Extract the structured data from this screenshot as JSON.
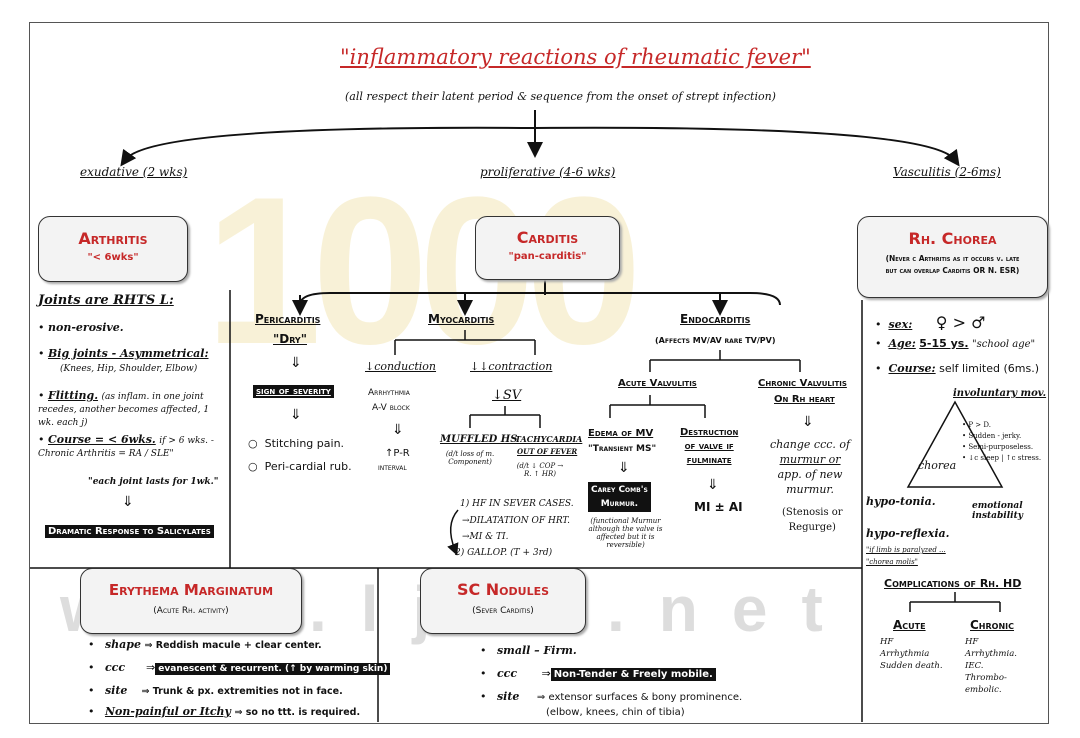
{
  "title": "\"inflammatory reactions of rheumatic fever\"",
  "subtitle": "(all respect their latent period & sequence from the onset of strept infection)",
  "watermark_big": "1000",
  "watermark_url": "www.ljim.net",
  "branches": {
    "exudative": "exudative (2 wks)",
    "proliferative": "proliferative (4-6 wks)",
    "vasculitis": "Vasculitis (2-6ms)"
  },
  "arthritis": {
    "title": "Arthritis",
    "sub": "\"< 6wks\"",
    "heading": "Joints are RHTS L:",
    "b1": "non-erosive.",
    "b2_head": "Big joints - Asymmetrical:",
    "b2_note": "(Knees, Hip, Shoulder, Elbow)",
    "b3_head": "Flitting.",
    "b3_note": "(as inflam. in one joint recedes, another becomes affected, 1 wk. each j)",
    "b4_head": "Course = < 6wks.",
    "b4_note": "if > 6 wks. - Chronic Arthritis = RA / SLE\"",
    "quote": "\"each joint lasts for 1wk.\"",
    "arrow": "⇓",
    "response": "Dramatic Response to Salicylates"
  },
  "carditis": {
    "title": "Carditis",
    "sub": "\"pan-carditis\"",
    "peri": {
      "title": "Pericarditis",
      "dry": "\"Dry\"",
      "a1": "⇓",
      "sign": "sign of severity",
      "a2": "⇓",
      "i1": "Stitching pain.",
      "i2": "Peri-cardial rub."
    },
    "myo": {
      "title": "Myocarditis",
      "conduction": "↓conduction",
      "contraction": "↓↓contraction",
      "arrhythmia": "Arrhythmia",
      "avblock": "A-V block",
      "a3": "⇓",
      "pr": "↑P-R",
      "interval": "interval",
      "sv": "↓SV",
      "muffled": "MUFFLED HS",
      "muffled_note": "(d/t loss of m. Component)",
      "tachy": "TACHYCARDIA",
      "tachy_sub": "OUT OF FEVER",
      "tachy_note": "(d/t ↓ COP → R. ↑ HR)",
      "h1": "1) HF IN SEVER CASES.",
      "h2": "→DILATATION OF HRT.",
      "h3": "→MI & TI.",
      "h4": "2) GALLOP. (T + 3rd)"
    },
    "endo": {
      "title": "Endocarditis",
      "affects": "(Affects MV/AV rare TV/PV)",
      "acute": "Acute Valvulitis",
      "chronic": "Chronic Valvulitis",
      "chronic2": "On Rh heart",
      "edema": "Edema of MV",
      "transient": "\"Transient MS\"",
      "a4": "⇓",
      "carey1": "Carey Comb's",
      "carey2": "Murmur.",
      "carey_note": "(functional Murmur although the valve is affected but it is reversible)",
      "destruction": "Destruction",
      "destruction2": "of valve if",
      "destruction3": "fulminate",
      "a5": "⇓",
      "miai": "MI ± AI",
      "a6": "⇓",
      "change1": "change ccc. of",
      "change2": "murmur or",
      "change3": "app. of new",
      "change4": "murmur.",
      "sten1": "(Stenosis or",
      "sten2": "Regurge)"
    }
  },
  "chorea": {
    "title": "Rh. Chorea",
    "note1": "(Never c Arthritis as it occurs v. late",
    "note2": "but can overlap Carditis OR N. ESR)",
    "sex_label": "sex:",
    "sex_value": "♀ > ♂",
    "age_label": "Age:",
    "age_value": "5-15 ys.",
    "age_note": "\"school age\"",
    "course_label": "Course:",
    "course_value": "self limited (6ms.)",
    "invol": "involuntary mov.",
    "tri_label": "chorea",
    "t1": "P > D.",
    "t2": "Sudden - jerky.",
    "t3": "Semi-purposeless.",
    "t4": "↓c sleep | ↑c stress.",
    "hypotonia": "hypo-tonia.",
    "emotional": "emotional instability",
    "hyporeflexia": "hypo-reflexia.",
    "limb_note1": "\"if limb is paralyzed ...",
    "limb_note2": "\"chorea molis\""
  },
  "complications": {
    "title": "Complications of Rh. HD",
    "acute": "Acute",
    "chronic": "Chronic",
    "acute_items": [
      "HF",
      "Arrhythmia",
      "Sudden death."
    ],
    "chronic_items": [
      "HF",
      "Arrhythmia.",
      "IEC.",
      "Thrombo-",
      "embolic."
    ]
  },
  "erythema": {
    "title": "Erythema Marginatum",
    "sub": "(Acute Rh. activity)",
    "shape_l": "shape",
    "shape_v": "⇒ Reddish macule + clear center.",
    "ccc_l": "ccc",
    "ccc_v": "evanescent & recurrent. (↑ by warming skin)",
    "site_l": "site",
    "site_v": "⇒ Trunk & px. extremities not in face.",
    "np_l": "Non-painful or Itchy",
    "np_v": "⇒ so no ttt. is required."
  },
  "nodules": {
    "title": "SC Nodules",
    "sub": "(Sever Carditis)",
    "b1": "small – Firm.",
    "ccc_l": "ccc",
    "ccc_v": "Non-Tender & Freely mobile.",
    "site_l": "site",
    "site_v": "⇒ extensor surfaces & bony prominence.",
    "site_note": "(elbow, knees, chin of tibia)"
  }
}
